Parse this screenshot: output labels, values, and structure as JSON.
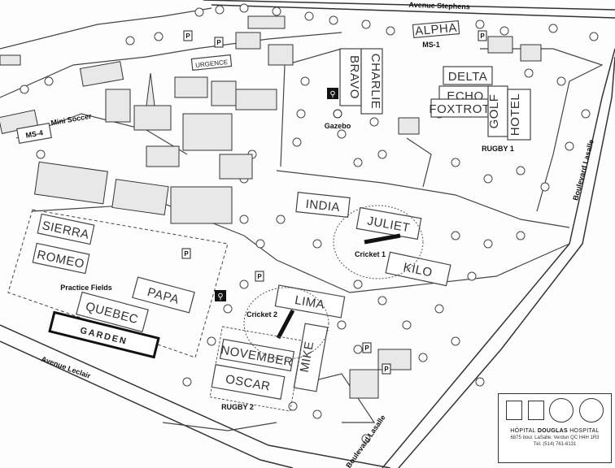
{
  "roads": {
    "top": "Avenue Stephens",
    "left": "Avenue Leclair",
    "right": "Boulevard Lasalle",
    "bottom": "Boulevard Lasalle"
  },
  "fields": {
    "alpha": "ALPHA",
    "ms1": "MS-1",
    "bravo": "BRAVO",
    "charlie": "CHARLIE",
    "delta": "DELTA",
    "echo": "ECHO",
    "foxtrot": "FOXTROT",
    "golf": "GOLF",
    "hotel": "HOTEL",
    "rugby1": "RUGBY 1",
    "india": "INDIA",
    "juliet": "JULIET",
    "kilo": "KILO",
    "cricket1": "Cricket 1",
    "lima": "LIMA",
    "mike": "MIKE",
    "november": "NOVEMBER",
    "oscar": "OSCAR",
    "rugby2": "RUGBY 2",
    "cricket2": "Cricket 2",
    "papa": "PAPA",
    "quebec": "QUEBEC",
    "romeo": "ROMEO",
    "sierra": "SIERRA",
    "garden": "GARDEN",
    "practice": "Practice Fields",
    "minisoccer": "Mini Soccer",
    "ms4": "MS-4",
    "urgence": "URGENCE",
    "gazebo": "Gazebo"
  },
  "parking_label": "P",
  "hospital": {
    "name_prefix": "HÔPITAL",
    "name_bold": "DOUGLAS",
    "name_suffix": "HOSPITAL",
    "address": "6875 boul. LaSalle, Verdun QC H4H 1R3",
    "phone": "Tél. (514) 761-6131"
  }
}
